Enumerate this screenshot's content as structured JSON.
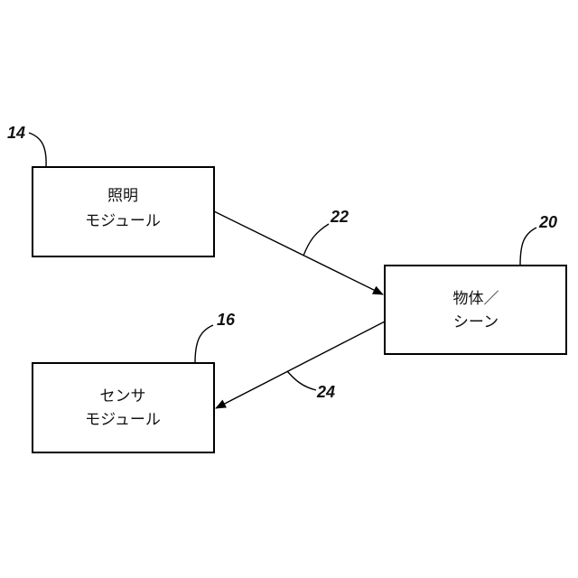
{
  "boxes": {
    "illumination": {
      "line1": "照明",
      "line2": "モジュール",
      "ref": "14"
    },
    "object": {
      "line1": "物体／",
      "line2": "シーン",
      "ref": "20"
    },
    "sensor": {
      "line1": "センサ",
      "line2": "モジュール",
      "ref": "16"
    }
  },
  "arrows": {
    "emit": {
      "ref": "22"
    },
    "reflect": {
      "ref": "24"
    }
  }
}
